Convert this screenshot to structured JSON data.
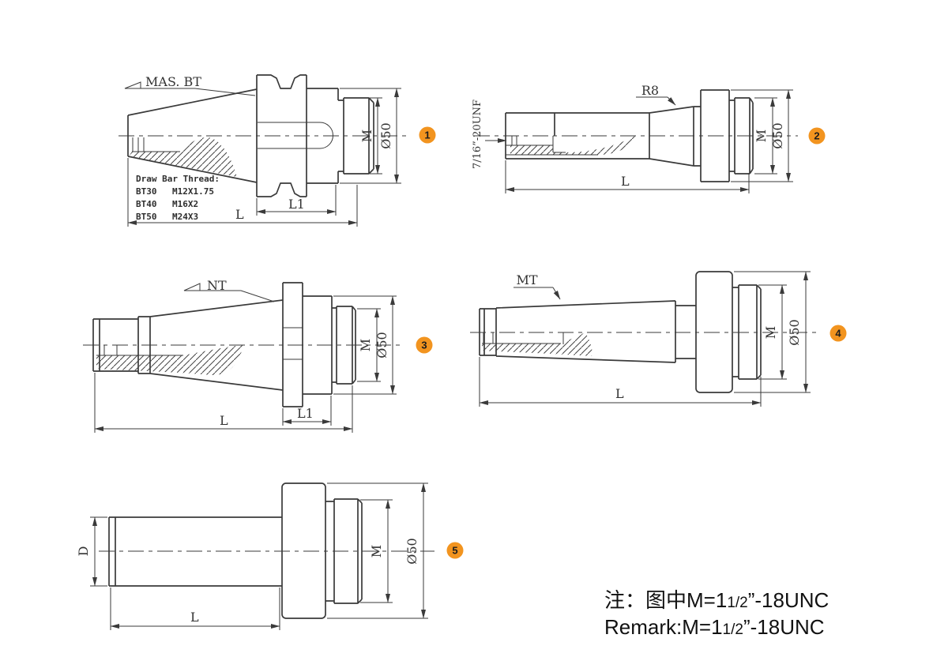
{
  "colors": {
    "background": "#ffffff",
    "line": "#3a3a3a",
    "badge": "#F2941F",
    "badge_number": "#1c1c1c",
    "remark_text": "#111111"
  },
  "drawings": [
    {
      "number": "1",
      "name": "BT taper shank arbor",
      "leader_label": "MAS. BT",
      "note": {
        "title": "Draw Bar Thread:",
        "rows": [
          [
            "BT30",
            "M12X1.75"
          ],
          [
            "BT40",
            "M16X2"
          ],
          [
            "BT50",
            "M24X3"
          ]
        ]
      },
      "dims": {
        "overall_length": "L",
        "gauge_length": "L1",
        "thread": "M",
        "diameter": "Ø50"
      }
    },
    {
      "number": "2",
      "name": "R8 shank arbor",
      "leader_label": "R8",
      "shank_thread_label": "7/16”-20UNF",
      "dims": {
        "overall_length": "L",
        "thread": "M",
        "diameter": "Ø50"
      }
    },
    {
      "number": "3",
      "name": "NT taper shank arbor",
      "leader_label": "NT",
      "dims": {
        "overall_length": "L",
        "gauge_length": "L1",
        "thread": "M",
        "diameter": "Ø50"
      }
    },
    {
      "number": "4",
      "name": "MT taper shank arbor",
      "leader_label": "MT",
      "dims": {
        "overall_length": "L",
        "thread": "M",
        "diameter": "Ø50"
      }
    },
    {
      "number": "5",
      "name": "Straight shank arbor",
      "dims": {
        "overall_length": "L",
        "shank_diameter": "D",
        "thread": "M",
        "diameter": "Ø50"
      }
    }
  ],
  "remark": {
    "line1": {
      "prefix": "注：图中M=1",
      "fraction": "1/2",
      "suffix": "”-18UNC"
    },
    "line2": {
      "prefix": "Remark:M=1",
      "fraction": "1/2",
      "suffix": "”-18UNC"
    }
  }
}
